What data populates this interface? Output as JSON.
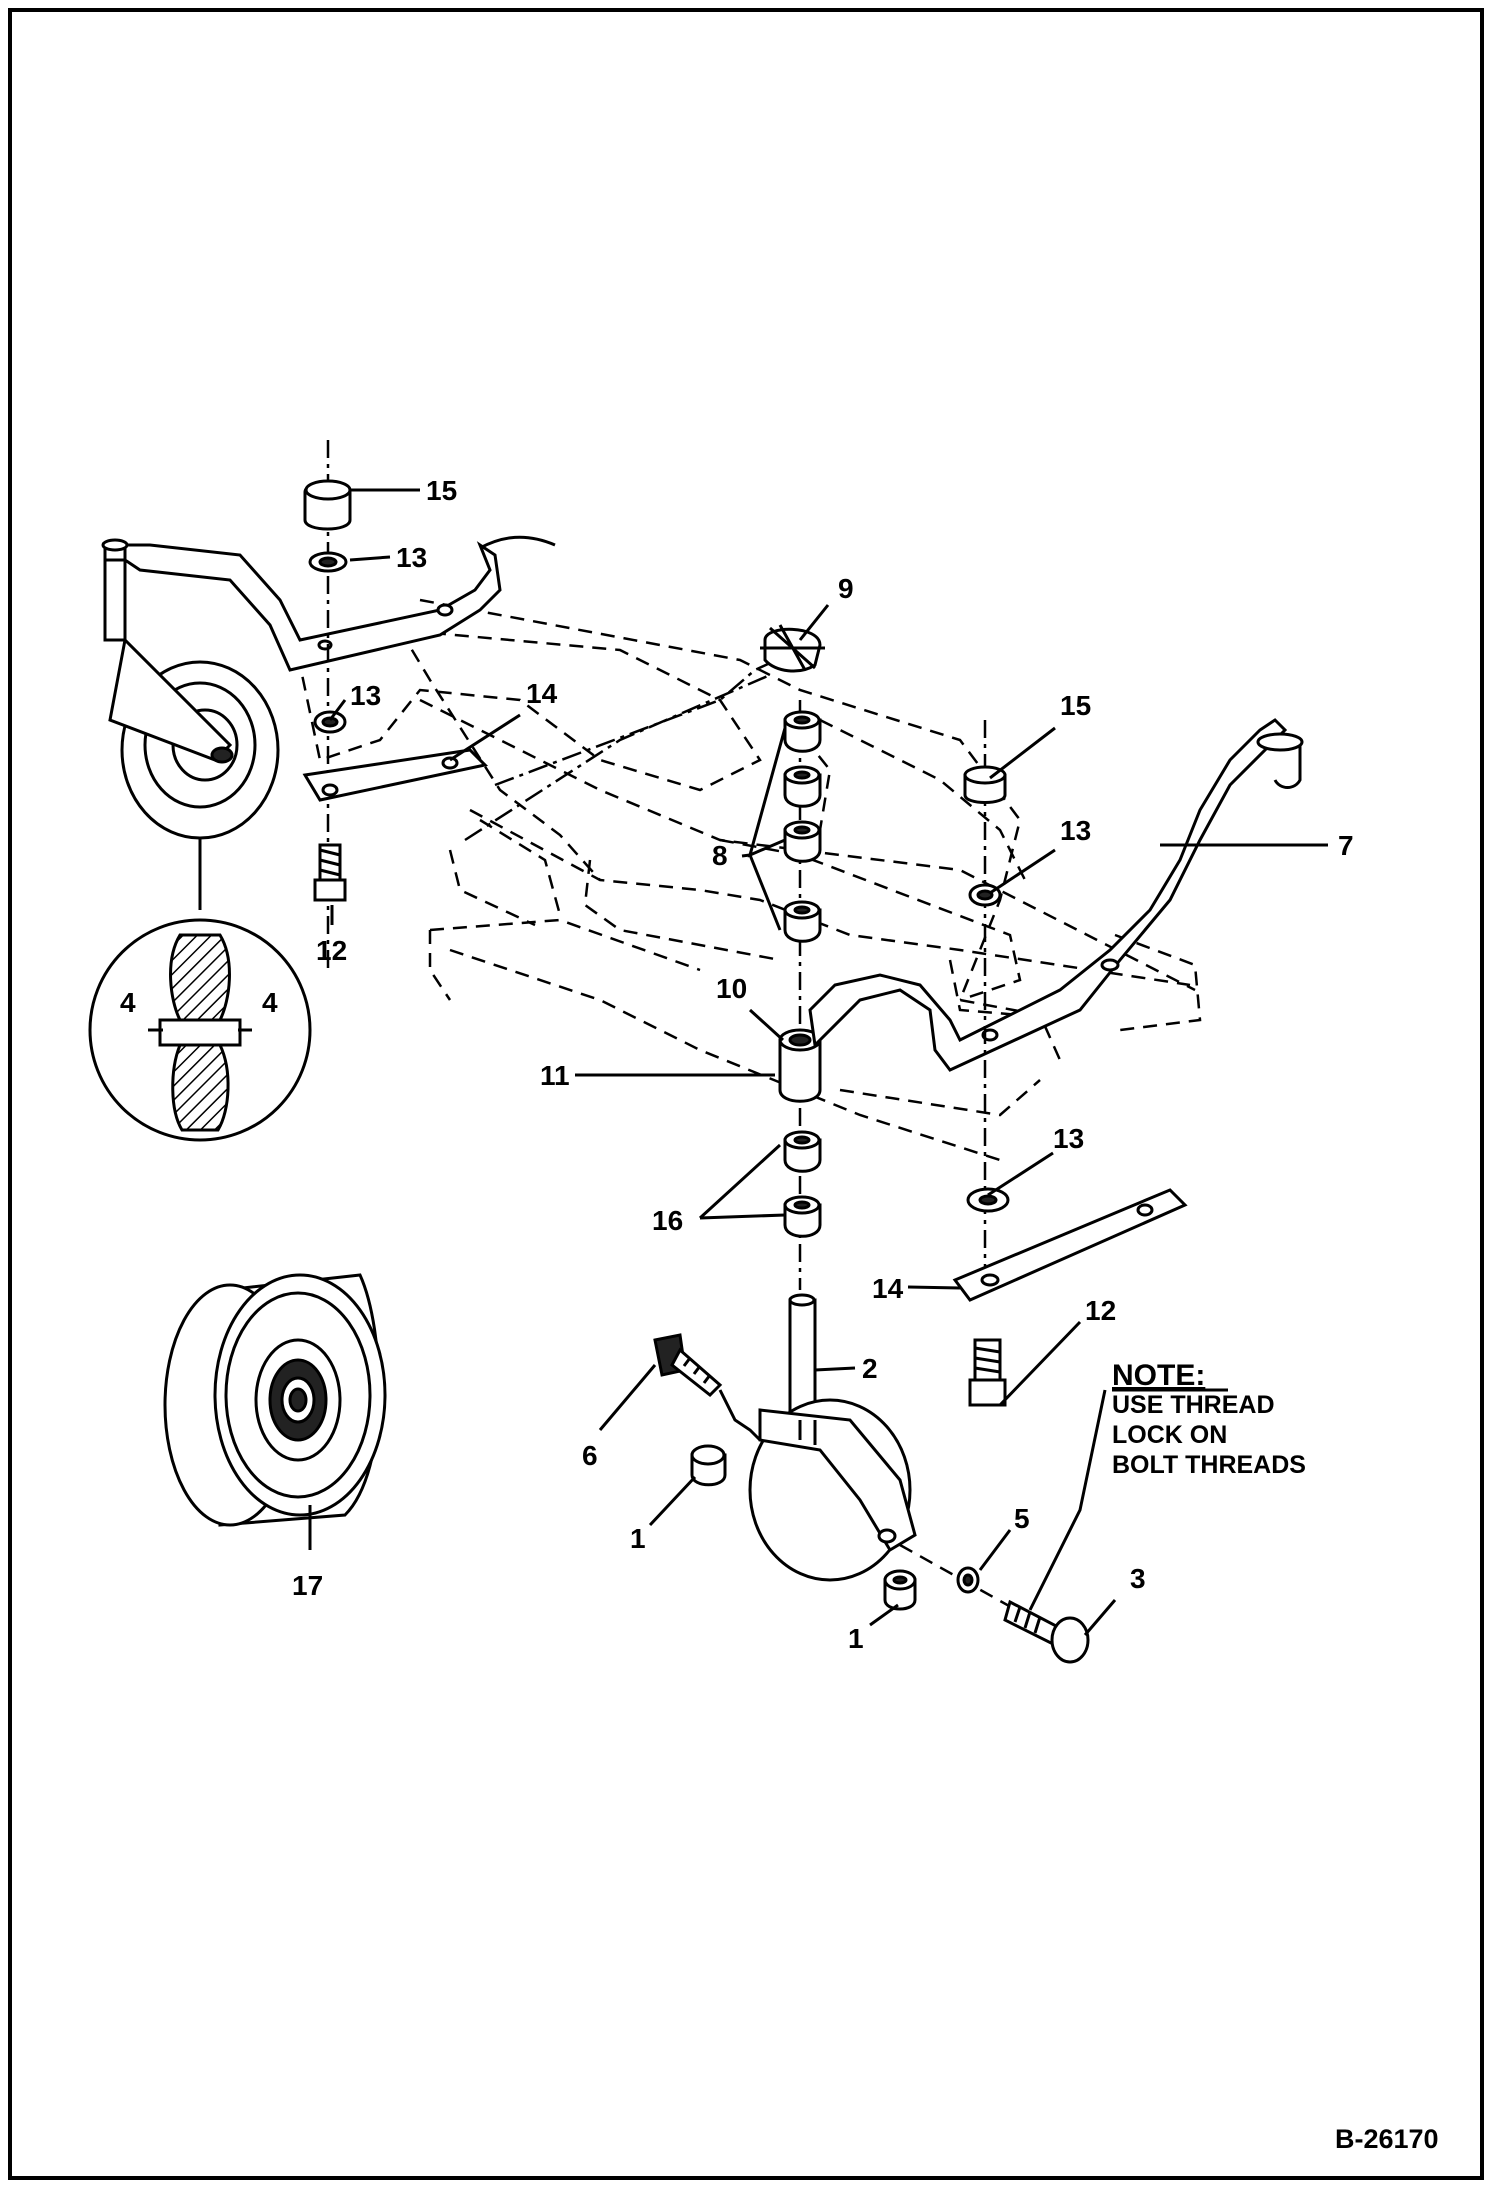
{
  "figure_id": "B-26170",
  "note": {
    "title": "NOTE:",
    "lines": [
      "USE THREAD",
      "LOCK ON",
      "BOLT THREADS"
    ]
  },
  "callouts": [
    {
      "id": "c15a",
      "text": "15"
    },
    {
      "id": "c13a",
      "text": "13"
    },
    {
      "id": "c13b",
      "text": "13"
    },
    {
      "id": "c14a",
      "text": "14"
    },
    {
      "id": "c12a",
      "text": "12"
    },
    {
      "id": "c4a",
      "text": "4"
    },
    {
      "id": "c4b",
      "text": "4"
    },
    {
      "id": "c9",
      "text": "9"
    },
    {
      "id": "c15b",
      "text": "15"
    },
    {
      "id": "c13c",
      "text": "13"
    },
    {
      "id": "c7",
      "text": "7"
    },
    {
      "id": "c8",
      "text": "8"
    },
    {
      "id": "c10",
      "text": "10"
    },
    {
      "id": "c11",
      "text": "11"
    },
    {
      "id": "c13d",
      "text": "13"
    },
    {
      "id": "c16",
      "text": "16"
    },
    {
      "id": "c14b",
      "text": "14"
    },
    {
      "id": "c12b",
      "text": "12"
    },
    {
      "id": "c2",
      "text": "2"
    },
    {
      "id": "c6",
      "text": "6"
    },
    {
      "id": "c1a",
      "text": "1"
    },
    {
      "id": "c5",
      "text": "5"
    },
    {
      "id": "c3",
      "text": "3"
    },
    {
      "id": "c1b",
      "text": "1"
    },
    {
      "id": "c17",
      "text": "17"
    }
  ]
}
